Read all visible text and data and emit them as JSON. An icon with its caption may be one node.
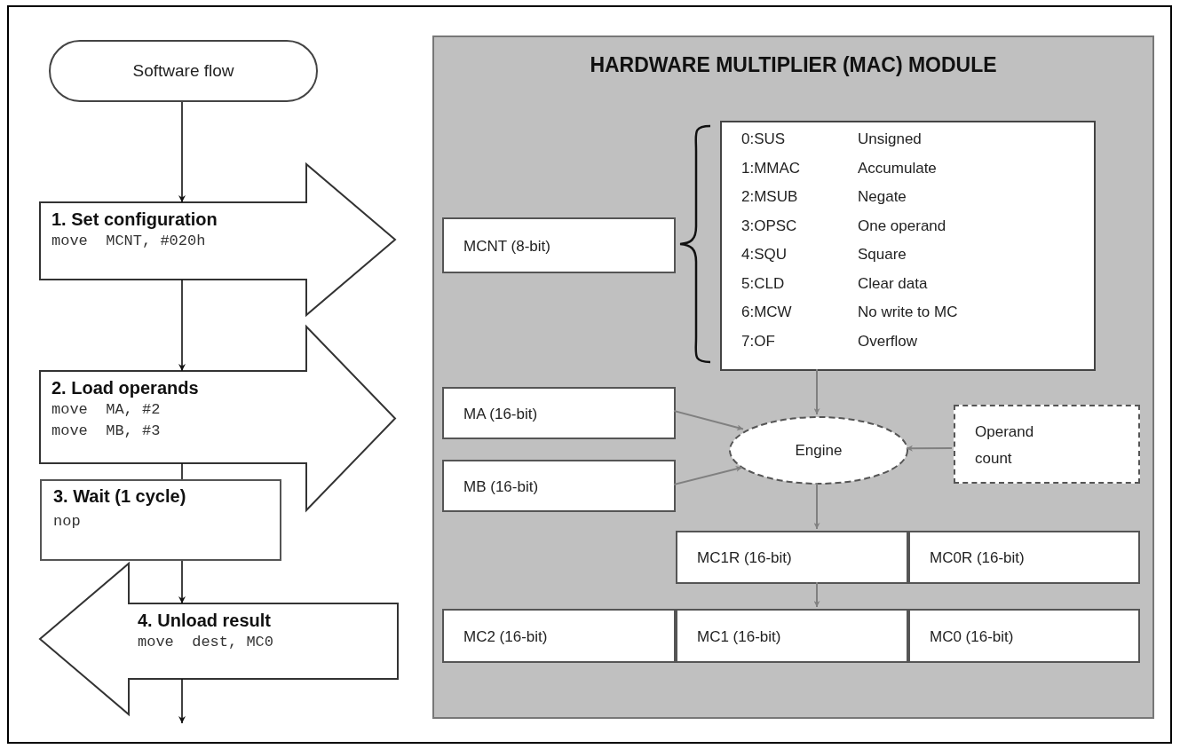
{
  "diagram": {
    "nodes": [
      {
        "text": [
          "Software flow"
        ]
      },
      {
        "text": [
          "1. Set configuration",
          "move  MCNT, #020h"
        ]
      },
      {
        "text": [
          "2. Load operands",
          "move  MA, #2",
          "move  MB, #3"
        ]
      },
      {
        "text": [
          "3. Wait (1 cycle)",
          "nop"
        ]
      },
      {
        "text": [
          "4. Unload result",
          "move  dest, MC0"
        ]
      },
      {
        "text": [
          "HARDWARE MULTIPLIER (MAC) MODULE"
        ]
      },
      {
        "text": [
          "MCNT (8-bit)"
        ],
        "in": 5
      },
      {
        "text": [
          "0:SUS",
          "Unsigned",
          "1:MMAC",
          "Accumulate",
          "2:MSUB",
          "Negate",
          "3:OPSC",
          "One operand",
          "4:SQU",
          "Square",
          "5:CLD",
          "Clear data",
          "6:MCW",
          "No write to MC",
          "7:OF",
          "Overflow"
        ],
        "in": 5
      },
      {
        "text": [
          "MA (16-bit)"
        ],
        "in": 5
      },
      {
        "text": [
          "MB (16-bit)"
        ],
        "in": 5
      },
      {
        "text": [
          "Engine"
        ],
        "in": 5
      },
      {
        "text": [
          "Operand count"
        ],
        "in": 5
      },
      {
        "text": [
          "MC1R (16-bit)"
        ],
        "in": 5
      },
      {
        "text": [
          "MC0R (16-bit)"
        ],
        "in": 5
      },
      {
        "text": [
          "MC2 (16-bit)"
        ],
        "in": 5
      },
      {
        "text": [
          "MC1 (16-bit)"
        ],
        "in": 5
      },
      {
        "text": [
          "MC0 (16-bit)"
        ],
        "in": 5
      }
    ],
    "edges": [
      {
        "from": 0,
        "to": 1,
        "arrow": "to",
        "color": "#111111"
      },
      {
        "from": 1,
        "to": 2,
        "arrow": "to",
        "color": "#111111"
      },
      {
        "from": 2,
        "to": 3,
        "arrow": "none",
        "color": "#111111"
      },
      {
        "from": 3,
        "to": 4,
        "arrow": "to",
        "color": "#111111"
      },
      {
        "from": 4,
        "to": null,
        "arrow": "to",
        "color": "#111111"
      },
      {
        "from": 7,
        "to": 10,
        "arrow": "to"
      },
      {
        "from": 8,
        "to": 10,
        "arrow": "to"
      },
      {
        "from": 9,
        "to": 10,
        "arrow": "to"
      },
      {
        "from": 11,
        "to": 10,
        "arrow": "to"
      },
      {
        "from": 10,
        "to": 12,
        "arrow": "to"
      },
      {
        "from": 12,
        "to": 15,
        "arrow": "to"
      }
    ]
  }
}
